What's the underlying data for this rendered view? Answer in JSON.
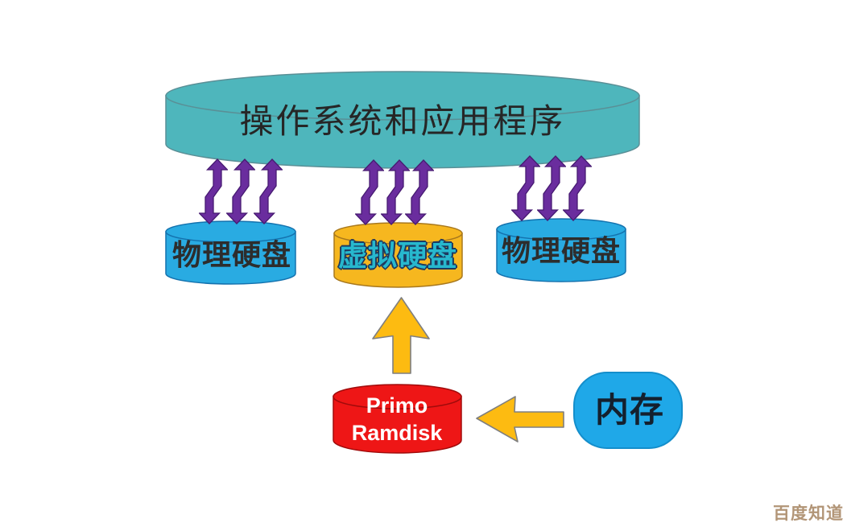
{
  "title": {
    "label": "操作系统和应用程序",
    "fill": "#4eb6bc",
    "text_color": "#262626"
  },
  "disks": {
    "physical_left": {
      "label": "物理硬盘",
      "fill": "#29abe2",
      "text_color": "#2d2d2d"
    },
    "virtual": {
      "label": "虚拟硬盘",
      "fill": "#f6b71f",
      "text_color": "#27b8ce",
      "text_outline_color": "#1e3a5f"
    },
    "physical_right": {
      "label": "物理硬盘",
      "fill": "#29abe2",
      "text_color": "#2d2d2d"
    }
  },
  "ramdisk": {
    "line1": "Primo",
    "line2": "Ramdisk",
    "fill": "#ee1616",
    "text_color": "#ffffff"
  },
  "memory": {
    "label": "内存",
    "fill": "#1fa8e8",
    "text_color": "#14202e"
  },
  "connectors": {
    "io_arrow_color": "#6a2d9e",
    "io_arrow_groups": 3,
    "io_arrows_per_group": 3,
    "flow_arrow_color": "#fdbb11"
  },
  "watermark": {
    "label": "百度知道",
    "color": "#b29577"
  }
}
